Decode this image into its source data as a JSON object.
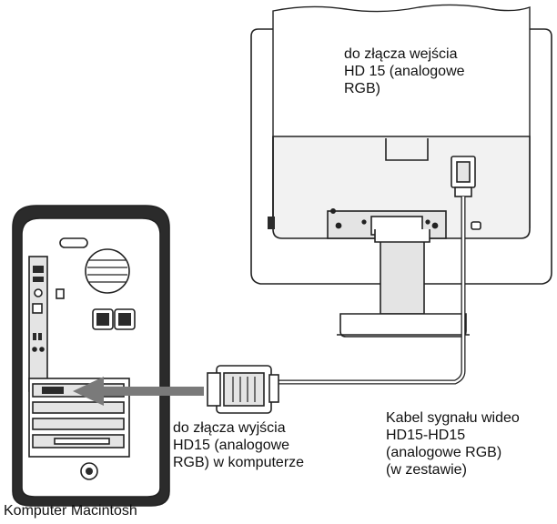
{
  "labels": {
    "monitor_input": [
      "do złącza wejścia",
      "HD 15 (analogowe",
      "RGB)"
    ],
    "computer_output": [
      "do złącza wyjścia",
      "HD15 (analogowe",
      "RGB) w komputerze"
    ],
    "cable": [
      "Kabel sygnału wideo",
      "HD15-HD15",
      "(analogowe RGB)",
      "(w zestawie)"
    ],
    "computer_name": "Komputer Macintosh"
  },
  "colors": {
    "line": "#222222",
    "body_fill": "#ffffff",
    "panel_fill": "#e4e4e4",
    "dark_fill": "#2b2b2b",
    "arrow": "#7a7a7a"
  },
  "icons": [
    "monitor-rear-illustration",
    "macintosh-tower-illustration",
    "hd15-cable-connector",
    "insert-arrow-icon"
  ]
}
